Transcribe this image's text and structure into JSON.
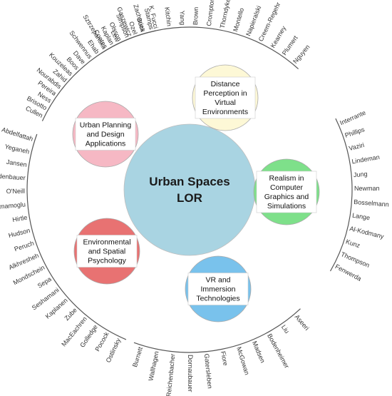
{
  "center": {
    "lines": [
      "Urban Spaces",
      "LOR"
    ],
    "color": "#a9d4e2"
  },
  "topics": [
    {
      "id": "distance",
      "lines": [
        "Distance",
        "Perception in",
        "Virtual",
        "Environments"
      ],
      "color": "#fdf8d6"
    },
    {
      "id": "realism",
      "lines": [
        "Realism in",
        "Computer",
        "Graphics and",
        "Simulations"
      ],
      "color": "#7ee08a"
    },
    {
      "id": "vr",
      "lines": [
        "VR and",
        "Immersion",
        "Technologies"
      ],
      "color": "#79c2ec"
    },
    {
      "id": "psychology",
      "lines": [
        "Environmental",
        "and Spatial",
        "Psychology"
      ],
      "color": "#e87272"
    },
    {
      "id": "urban",
      "lines": [
        "Urban Planning",
        "and Design",
        "Applications"
      ],
      "color": "#f6b8c4"
    }
  ],
  "author_groups": [
    {
      "topic": "distance",
      "authors": [
        "Coates",
        "Lew",
        "Gaszewicz",
        "Buck",
        "K. Fucci",
        "Kitchin",
        "Yang",
        "Brown",
        "Crompton",
        "Thorndyke",
        "Montello",
        "Napieralski",
        "Creem-Regehr",
        "Kearney",
        "Plumert",
        "Nguyen"
      ]
    },
    {
      "topic": "realism",
      "authors": [
        "Interrante",
        "Phillips",
        "Vaziri",
        "Lindeman",
        "Jung",
        "Newman",
        "Bosselmann",
        "Lange",
        "Al-Kodmany",
        "Kunz",
        "Thompson",
        "Fenwerda"
      ]
    },
    {
      "topic": "vr",
      "authors": [
        "Aseeri",
        "Liu",
        "Bodenheimer",
        "Madsen",
        "McGowan",
        "Fiore",
        "Gatersleben",
        "Dornaubauer",
        "Reichenbacher",
        "Wallhagen",
        "Burnett"
      ]
    },
    {
      "topic": "psychology",
      "authors": [
        "Ostlinsky",
        "Pocock",
        "Golledge",
        "MacEachren",
        "Zube",
        "Kaplanen",
        "Seshamani",
        "Sepa",
        "Mondschein",
        "Alkhresheh",
        "Peruch",
        "Hudson",
        "Hirtle",
        "Imamoglu",
        "O'Neill",
        "Wiedenbauer",
        "Jansen",
        "Yeganeh",
        "Abdelfattah"
      ]
    },
    {
      "topic": "urban",
      "authors": [
        "Cullen",
        "Brisotto",
        "Ness",
        "Pereira",
        "Nourabdis",
        "Zahid",
        "Kouzeleas",
        "Boos",
        "Dave",
        "Schwennus",
        "Ehab",
        "Sztrzepańska",
        "Kaplan",
        "Olsson",
        "Simpson",
        "Ozel",
        "Zacharias",
        "Stamps"
      ]
    }
  ]
}
